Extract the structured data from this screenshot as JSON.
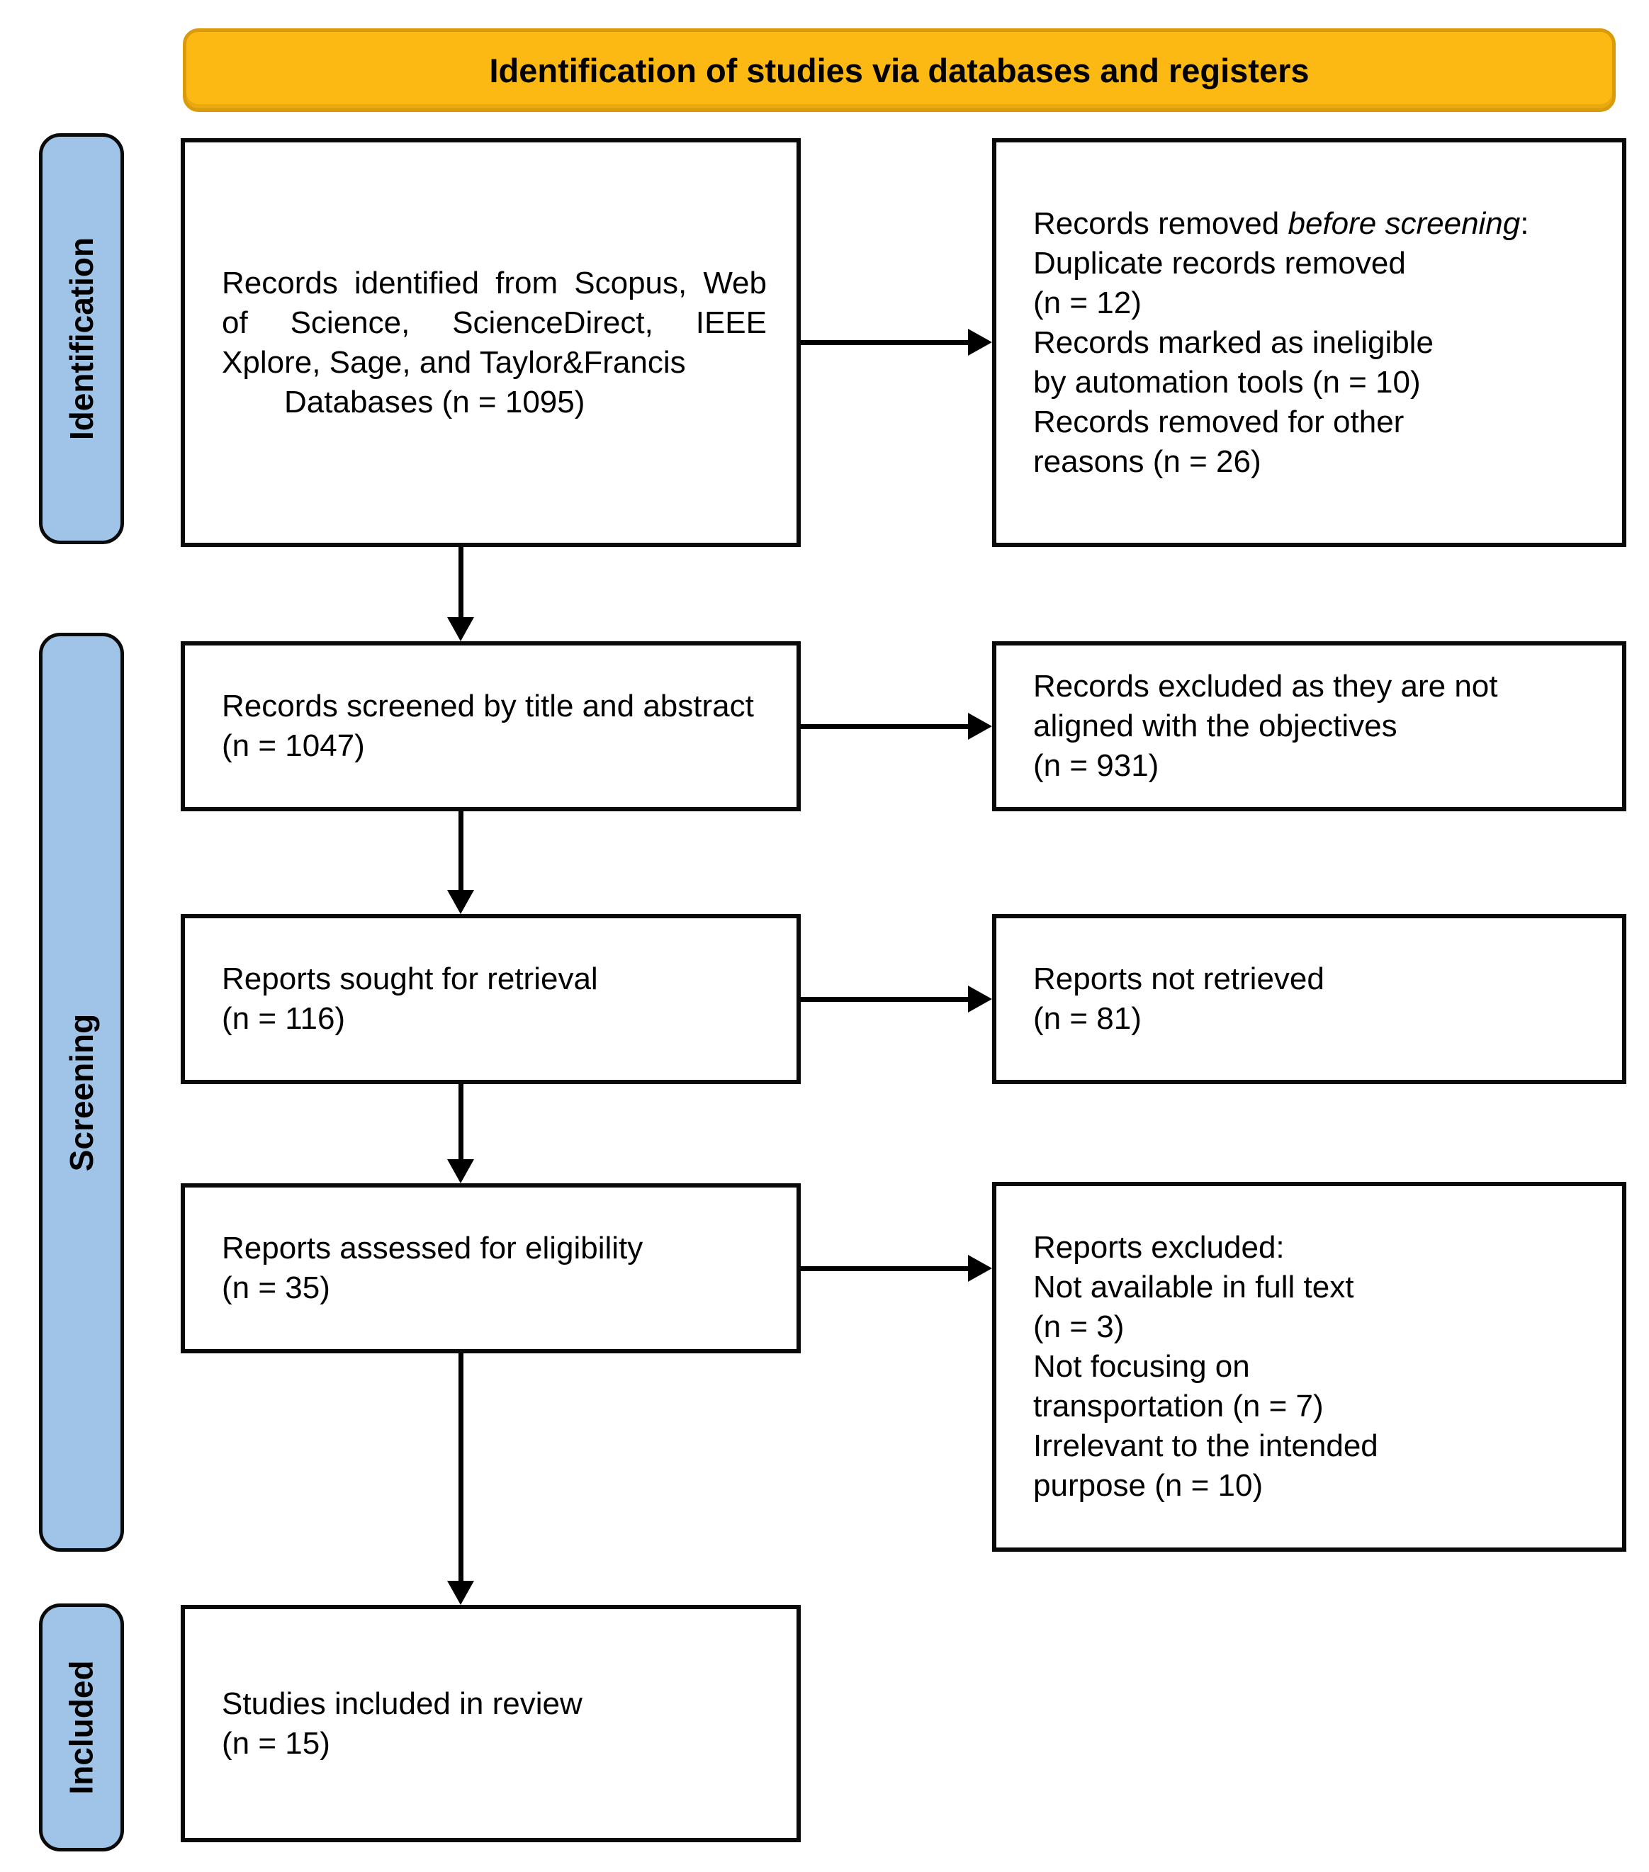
{
  "title_banner": {
    "label": "Identification of studies via databases and registers",
    "fill": "#FCB813",
    "border": "#D99B0B"
  },
  "sidebar": {
    "fill": "#A0C4E8",
    "stages": [
      {
        "label": "Identification"
      },
      {
        "label": "Screening"
      },
      {
        "label": "Included"
      }
    ]
  },
  "flow": {
    "identified": {
      "text": "Records identified from Scopus, Web of Science, ScienceDirect, IEEE Xplore, Sage, and Taylor&Francis",
      "count_line": "Databases (n = 1095)"
    },
    "removed_before_screening": {
      "intro_plain": "Records removed ",
      "intro_italic": "before screening",
      "intro_colon": ":",
      "items": [
        "Duplicate records removed\n(n = 12)",
        "Records marked as ineligible\nby automation tools (n = 10)",
        "Records removed for other\nreasons (n = 26)"
      ]
    },
    "screened": {
      "label": "Records screened by title and abstract",
      "count": "(n = 1047)"
    },
    "excluded_not_aligned": {
      "label": "Records excluded as they are not aligned with the objectives",
      "count": "(n = 931)"
    },
    "sought": {
      "label": "Reports sought for retrieval",
      "count": "(n = 116)"
    },
    "not_retrieved": {
      "label": "Reports not retrieved",
      "count": "(n = 81)"
    },
    "assessed": {
      "label": "Reports assessed for eligibility",
      "count": "(n = 35)"
    },
    "reports_excluded": {
      "intro": "Reports excluded:",
      "items": [
        "Not available in full text\n(n = 3)",
        "Not focusing on\ntransportation (n = 7)",
        "Irrelevant to the intended\npurpose (n = 10)"
      ]
    },
    "included": {
      "label": "Studies included in review",
      "count": "(n = 15)"
    }
  }
}
